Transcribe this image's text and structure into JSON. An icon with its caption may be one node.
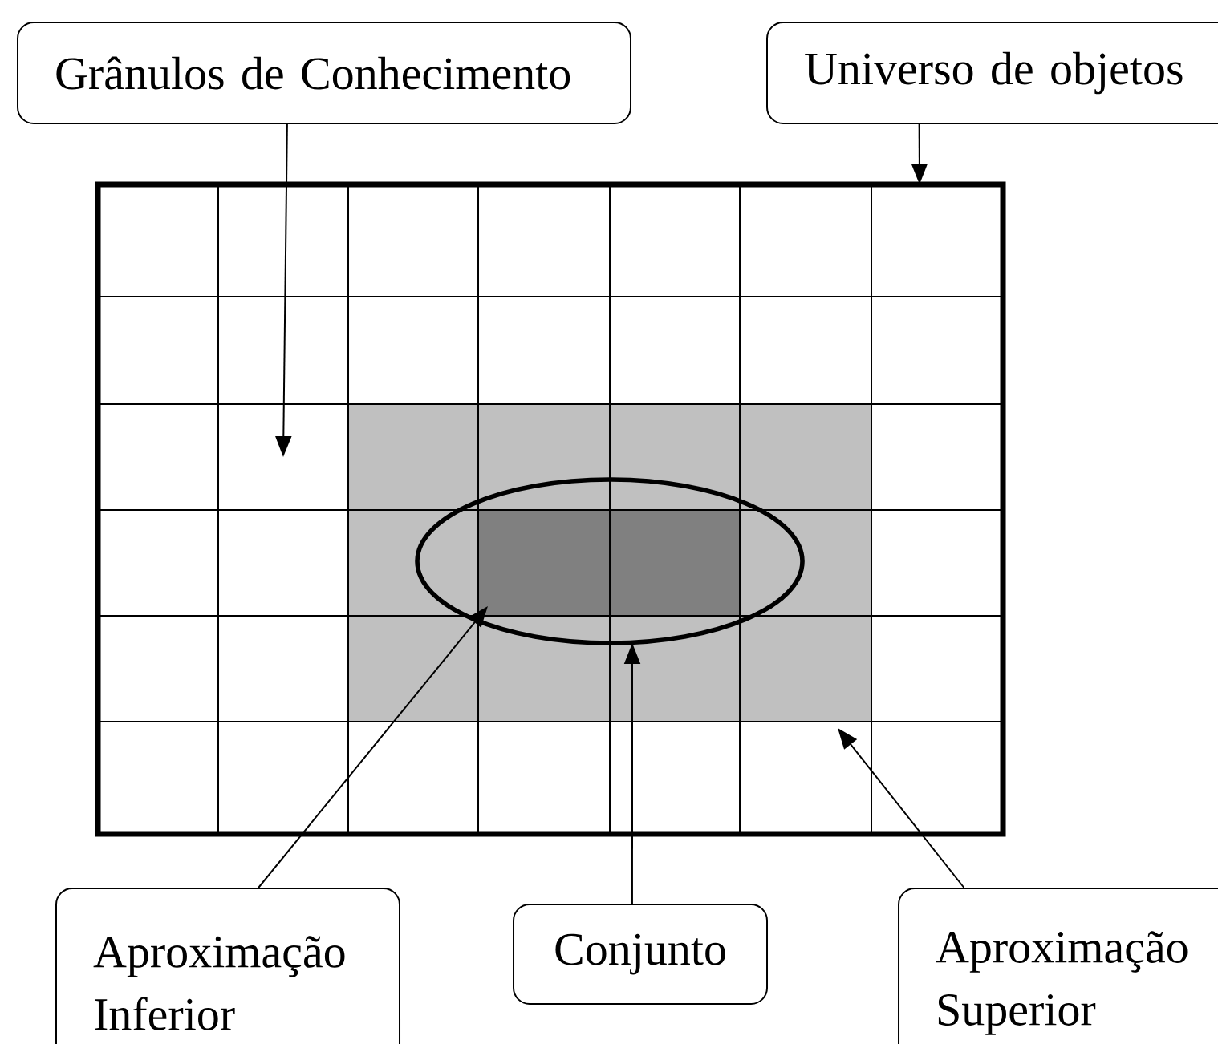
{
  "diagram": {
    "nodes": [
      {
        "text": [
          "Grânulos de Conhecimento"
        ]
      },
      {
        "text": [
          "Universo de objetos"
        ]
      },
      {
        "text": [],
        "shape": "box"
      },
      {
        "text": [],
        "shape": "box",
        "in": 2
      },
      {
        "text": [],
        "shape": "box",
        "in": 2
      },
      {
        "text": [],
        "shape": "box",
        "in": 6
      },
      {
        "text": [],
        "shape": "ellipse",
        "in": 4
      },
      {
        "text": [
          "Aproximação Inferior"
        ]
      },
      {
        "text": [
          "Conjunto"
        ]
      },
      {
        "text": [
          "Aproximação Superior"
        ]
      }
    ],
    "edges": [
      {
        "from": 0,
        "to": 3,
        "arrow": "to"
      },
      {
        "from": 1,
        "to": 2,
        "arrow": "to"
      },
      {
        "from": 7,
        "to": 5,
        "arrow": "to"
      },
      {
        "from": 8,
        "to": 6,
        "arrow": "to"
      },
      {
        "from": 9,
        "to": 4,
        "arrow": "to"
      }
    ]
  }
}
